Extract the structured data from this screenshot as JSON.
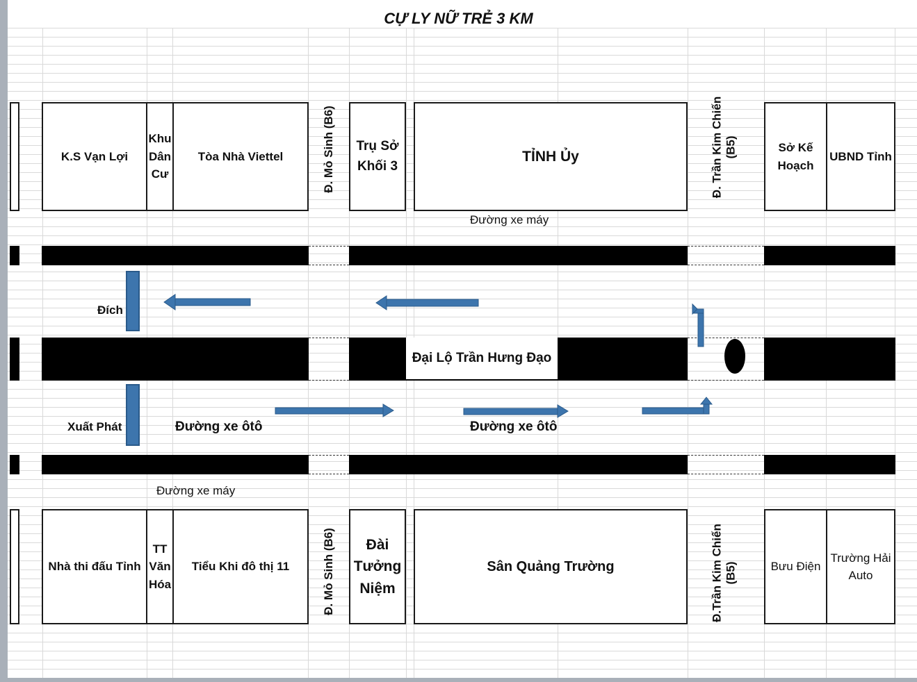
{
  "title": "CỰ LY NỮ TRẺ 3 KM",
  "colors": {
    "road": "#000000",
    "arrow": "#3d75ad",
    "grid": "#d9d9d9",
    "border": "#1a1a1a"
  },
  "top_buildings": {
    "ks_van_loi": "K.S Vạn Lợi",
    "khu_dan_cu": [
      "Khu",
      "Dân",
      "Cư"
    ],
    "toa_nha_viettel": "Tòa Nhà Viettel",
    "tru_so_khoi_3": [
      "Trụ Sở",
      "Khối 3"
    ],
    "tinh_uy": "TỈNH Ủy",
    "so_ke_hoach": [
      "Sở Kế",
      "Hoạch"
    ],
    "ubnd_tinh": "UBND Tỉnh"
  },
  "bottom_buildings": {
    "nha_thi_dau": "Nhà thi đấu Tỉnh",
    "tt_van_hoa": [
      "TT",
      "Văn",
      "Hóa"
    ],
    "tieu_khi_do_thi": "Tiểu Khi đô thị 11",
    "dai_tuong_niem": [
      "Đài",
      "Tưởng",
      "Niệm"
    ],
    "san_quang_truong": "Sân Quảng Trường",
    "buu_dien": "Bưu Điện",
    "truong_hai_auto": [
      "Trường Hải",
      "Auto"
    ]
  },
  "streets": {
    "mo_sinh_top": "Đ. Mỏ Sinh (B6)",
    "mo_sinh_bottom": "Đ. Mỏ Sinh (B6)",
    "tran_kim_chien_top": [
      "Đ. Trần Kim Chiến",
      "(B5)"
    ],
    "tran_kim_chien_bottom": [
      "Đ.Trần Kim Chiến",
      "(B5)"
    ]
  },
  "labels": {
    "moto_lane_top": "Đường xe máy",
    "moto_lane_bottom": "Đường xe máy",
    "finish": "Đích",
    "start": "Xuất Phát",
    "car_lane_left": "Đường xe ôtô",
    "car_lane_right": "Đường xe ôtô",
    "main_road": "Đại Lộ Trần Hưng Đạo"
  },
  "icons": [
    "arrow-left-icon",
    "arrow-right-icon",
    "arrow-turn-up-icon",
    "turnaround-marker-icon"
  ]
}
